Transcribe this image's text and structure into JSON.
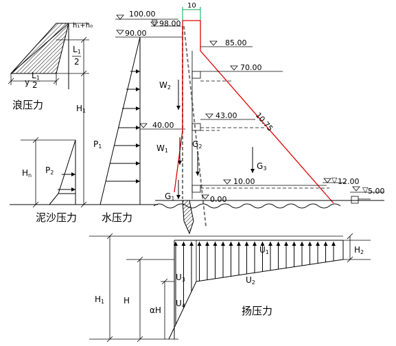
{
  "titles": {
    "wave": "浪压力",
    "silt": "泥沙压力",
    "water": "水压力",
    "uplift": "扬压力"
  },
  "elevations": {
    "e100": "100.00",
    "e98": "98.00",
    "e90": "90.00",
    "e85": "85.00",
    "e70": "70.00",
    "e43": "43.00",
    "e40": "40.00",
    "e10": "10.00",
    "e12": "12.00",
    "e5": "5.00",
    "e0": "0.00"
  },
  "dims": {
    "crest_width": "10",
    "slope": "10.75"
  },
  "wave": {
    "height_label": "h₁+h₀",
    "l_top": "L",
    "l_sub": "1",
    "l_den": "2",
    "base_y": "y",
    "base_l": "L",
    "base_sub": "1",
    "base_den": "2"
  },
  "symbols": {
    "H": "H",
    "H1": "H",
    "H1_sub": "1",
    "H1_wave": "H",
    "H1_wave_sub": "1",
    "Hn": "H",
    "Hn_sub": "n",
    "H2": "H",
    "H2_sub": "2",
    "P1": "P",
    "P1_sub": "1",
    "P2": "P",
    "P2_sub": "2",
    "W1": "W",
    "W1_sub": "1",
    "W2": "W",
    "W2_sub": "2",
    "G1": "G",
    "G1_sub": "1",
    "G2": "G",
    "G2_sub": "2",
    "G3": "G",
    "G3_sub": "3",
    "U1": "U",
    "U1_sub": "1",
    "U2": "U",
    "U2_sub": "2",
    "U3": "U",
    "U3_sub": "3",
    "U4": "U",
    "U4_sub": "4",
    "aH": "αH"
  },
  "colors": {
    "dam_outline": "#e00000",
    "crest_dim": "#00b050",
    "line": "#000000"
  }
}
